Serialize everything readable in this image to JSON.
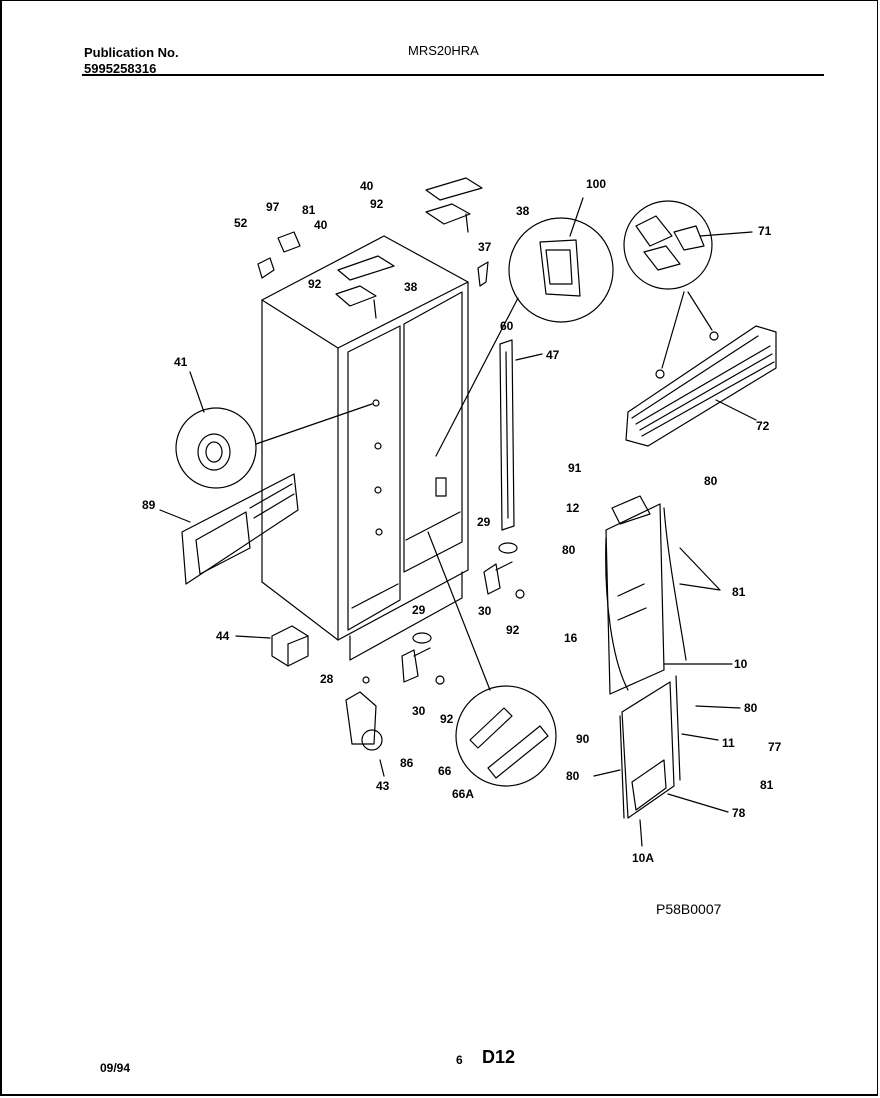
{
  "header": {
    "publication_label": "Publication No.",
    "publication_number": "5995258316",
    "model": "MRS20HRA"
  },
  "diagram": {
    "callouts": {
      "c40a": "40",
      "c92a": "92",
      "c38a": "38",
      "c100": "100",
      "c71": "71",
      "c97": "97",
      "c81a": "81",
      "c40b": "40",
      "c52": "52",
      "c37": "37",
      "c92b": "92",
      "c38b": "38",
      "c60a": "60",
      "c47": "47",
      "c41": "41",
      "c72": "72",
      "c91": "91",
      "c80a": "80",
      "c12": "12",
      "c89": "89",
      "c29a": "29",
      "c80b": "80",
      "c81b": "81",
      "c16": "16",
      "c30a": "30",
      "c92c": "92",
      "c29b": "29",
      "c44": "44",
      "c10": "10",
      "c28": "28",
      "c30b": "30",
      "c92d": "92",
      "c80c": "80",
      "c90": "90",
      "c11": "11",
      "c77": "77",
      "c86": "86",
      "c66": "66",
      "c80d": "80",
      "c81c": "81",
      "c43": "43",
      "c66a": "66A",
      "c78": "78",
      "c10a": "10A"
    },
    "figure_id": "P58B0007"
  },
  "footer": {
    "date": "09/94",
    "page": "6",
    "sheet": "D12"
  }
}
